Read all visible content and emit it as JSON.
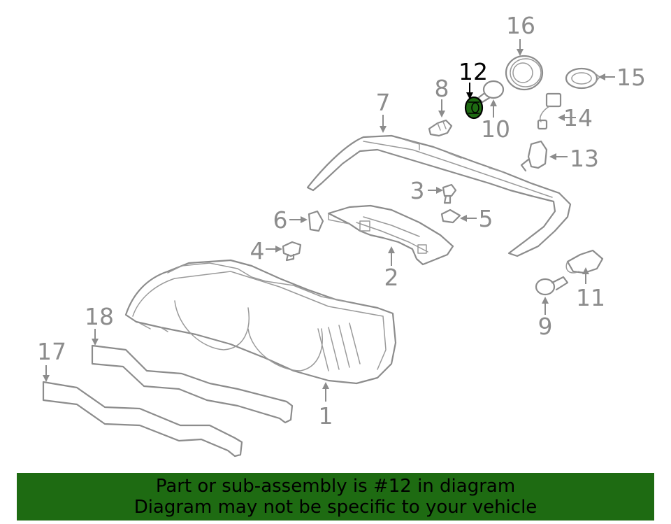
{
  "callouts": {
    "c1": "1",
    "c2": "2",
    "c3": "3",
    "c4": "4",
    "c5": "5",
    "c6": "6",
    "c7": "7",
    "c8": "8",
    "c9": "9",
    "c10": "10",
    "c11": "11",
    "c12": "12",
    "c13": "13",
    "c14": "14",
    "c15": "15",
    "c16": "16",
    "c17": "17",
    "c18": "18"
  },
  "highlighted_part": "12",
  "colors": {
    "line": "#8c8c8c",
    "highlight_fill": "#1e6b12",
    "highlight_text": "#000000",
    "banner_bg": "#1e6b12"
  },
  "banner": {
    "line1": "Part or sub-assembly is #12 in diagram",
    "line2": "Diagram may not be specific to your vehicle"
  }
}
